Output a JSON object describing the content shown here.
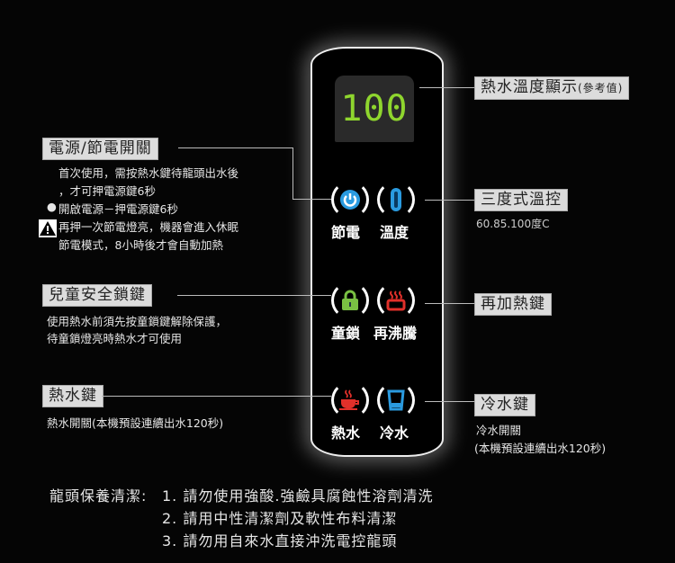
{
  "panel": {
    "display_value": "100",
    "buttons": [
      {
        "label": "節電",
        "icon": "power-icon",
        "color": "#2a9be0"
      },
      {
        "label": "溫度",
        "icon": "thermometer-icon",
        "color": "#2a9be0"
      },
      {
        "label": "童鎖",
        "icon": "lock-icon",
        "color": "#7ac143"
      },
      {
        "label": "再沸騰",
        "icon": "reboil-icon",
        "color": "#e0302a"
      },
      {
        "label": "熱水",
        "icon": "hot-cup-icon",
        "color": "#e0302a"
      },
      {
        "label": "冷水",
        "icon": "cold-glass-icon",
        "color": "#2a9be0"
      }
    ]
  },
  "left": {
    "power": {
      "title": "電源/節電開關",
      "lines": [
        "首次使用，需按熱水鍵待龍頭出水後",
        "，才可押電源鍵6秒",
        "開啟電源－押電源鍵6秒",
        "再押一次節電燈亮，機器會進入休眠",
        "節電模式，8小時後才會自動加熱"
      ]
    },
    "lock": {
      "title": "兒童安全鎖鍵",
      "lines": [
        "使用熱水前須先按童鎖鍵解除保護，",
        "待童鎖燈亮時熱水才可使用"
      ]
    },
    "hot": {
      "title": "熱水鍵",
      "lines": [
        "熱水開關(本機預設連續出水120秒)"
      ]
    }
  },
  "right": {
    "display": {
      "title": "熱水溫度顯示",
      "note": "(參考值)"
    },
    "temp": {
      "title": "三度式溫控",
      "lines": [
        "60.85.100度C"
      ]
    },
    "reheat": {
      "title": "再加熱鍵"
    },
    "cold": {
      "title": "冷水鍵",
      "lines": [
        "冷水開關",
        "(本機預設連續出水120秒)"
      ]
    }
  },
  "maintenance": {
    "title": "龍頭保養清潔:",
    "items": [
      "1. 請勿使用強酸.強鹼具腐蝕性溶劑清洗",
      "2. 請用中性清潔劑及軟性布料清潔",
      "3. 請勿用自來水直接沖洗電控龍頭"
    ]
  }
}
